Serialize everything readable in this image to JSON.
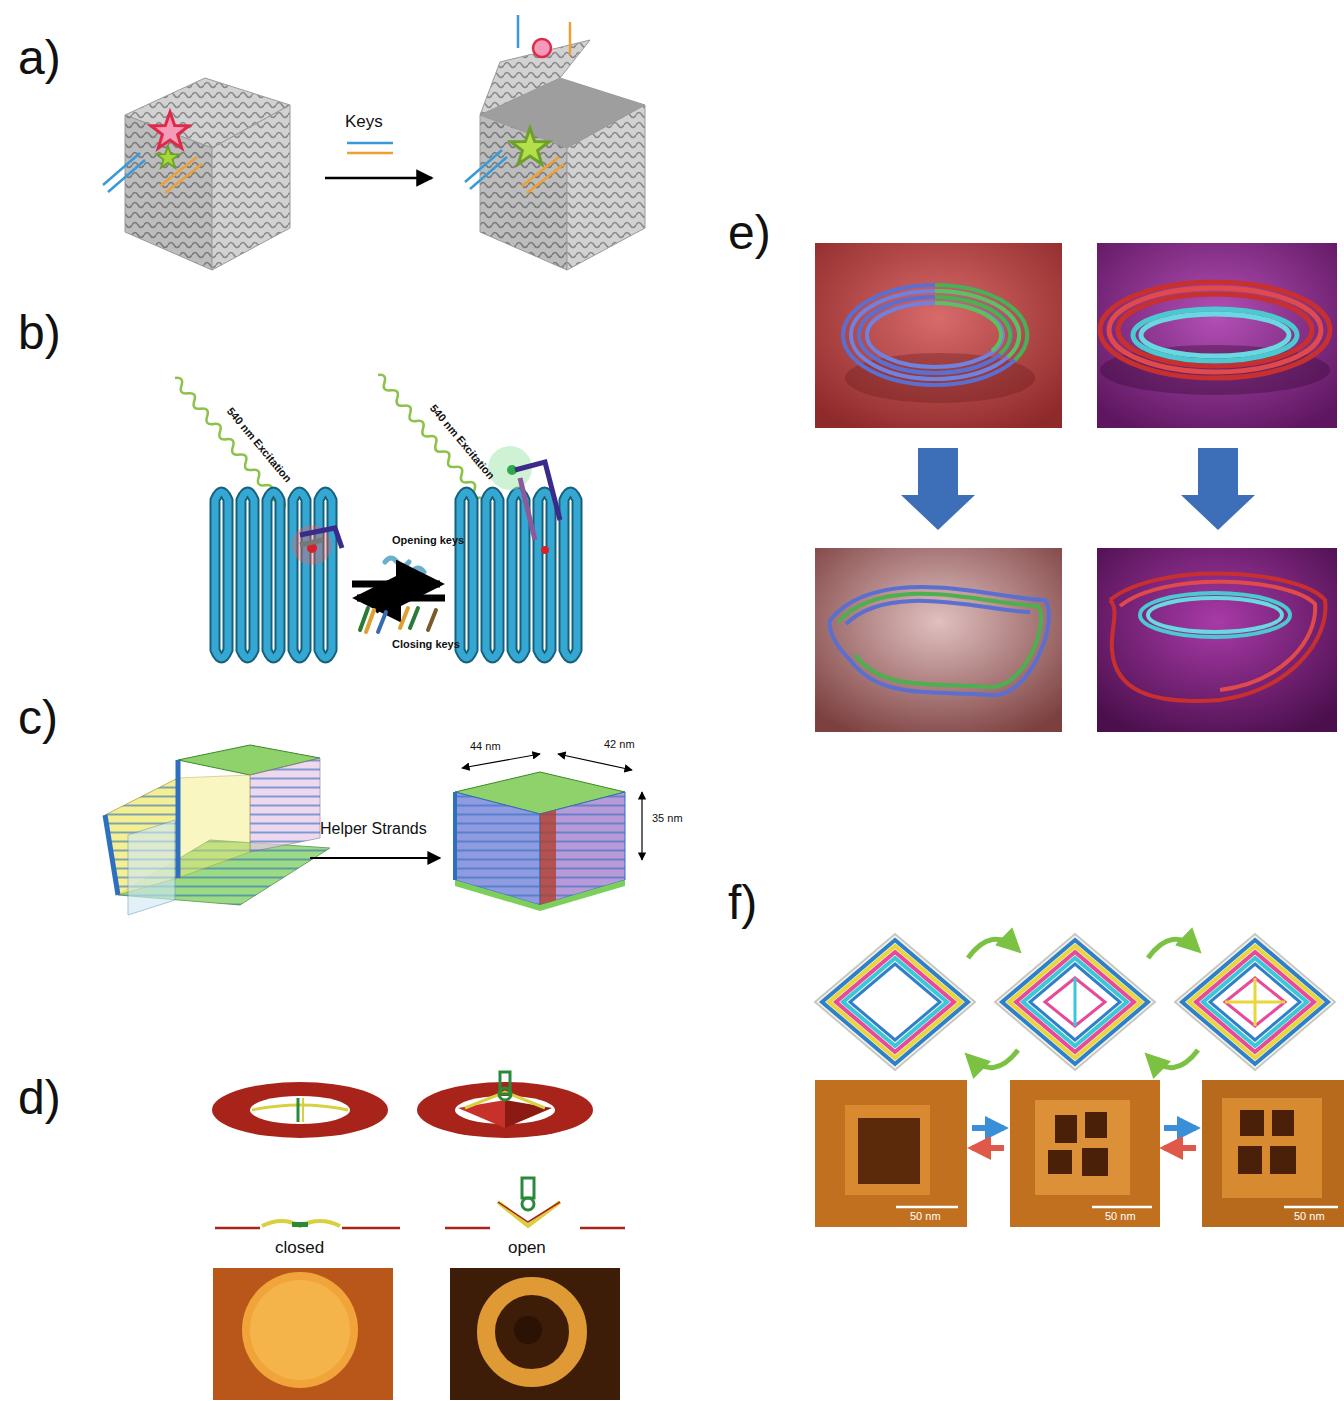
{
  "diagram": {
    "labels": [
      "a)",
      "Keys",
      "b)",
      "540 nm Excitation",
      "540 nm Excitation",
      "Opening keys",
      "Closing keys",
      "c)",
      "Helper Strands",
      "44 nm",
      "42 nm",
      "35 nm",
      "d)",
      "closed",
      "open",
      "e)",
      "f)",
      "50 nm",
      "50 nm",
      "50 nm"
    ]
  }
}
